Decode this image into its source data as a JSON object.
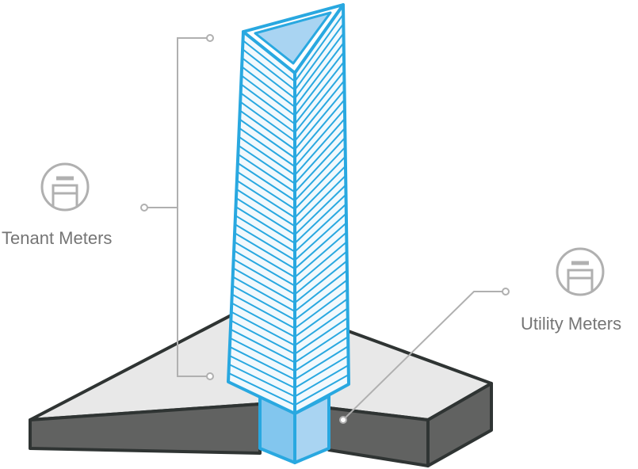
{
  "labels": {
    "tenant": "Tenant Meters",
    "utility": "Utility Meters"
  },
  "colors": {
    "tower_stroke": "#29a8e0",
    "tower_fill": "#f2f9fd",
    "tower_top_fill": "#a9d4f2",
    "base_fill": "#82c6ee",
    "platform_top": "#e8e8e8",
    "platform_side": "#616261",
    "platform_stroke": "#2f3433",
    "callout_line": "#b0b0b0",
    "meter_icon": "#b0b0b0",
    "label_text": "#757575"
  },
  "icons": {
    "tenant_meter": "meter-icon",
    "utility_meter": "meter-icon"
  },
  "tower": {
    "floor_count": 40
  }
}
